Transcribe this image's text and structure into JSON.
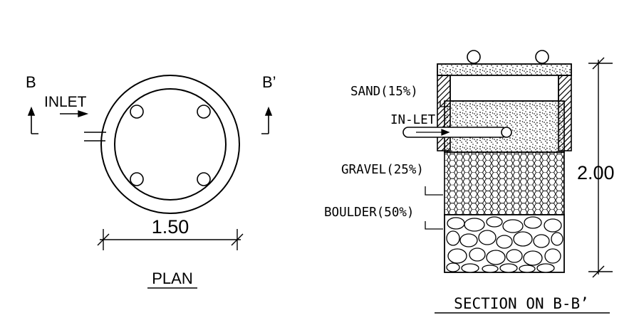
{
  "plan": {
    "label_b": "B",
    "label_b_prime": "B’",
    "inlet": "INLET",
    "dimension": "1.50",
    "title": "PLAN"
  },
  "section": {
    "sand": "SAND(15%)",
    "inlet": "IN-LET",
    "gravel": "GRAVEL(25%)",
    "boulder": "BOULDER(50%)",
    "dimension": "2.00",
    "title": "SECTION ON B-B’"
  },
  "colors": {
    "ink": "#000000",
    "paper": "#ffffff"
  }
}
